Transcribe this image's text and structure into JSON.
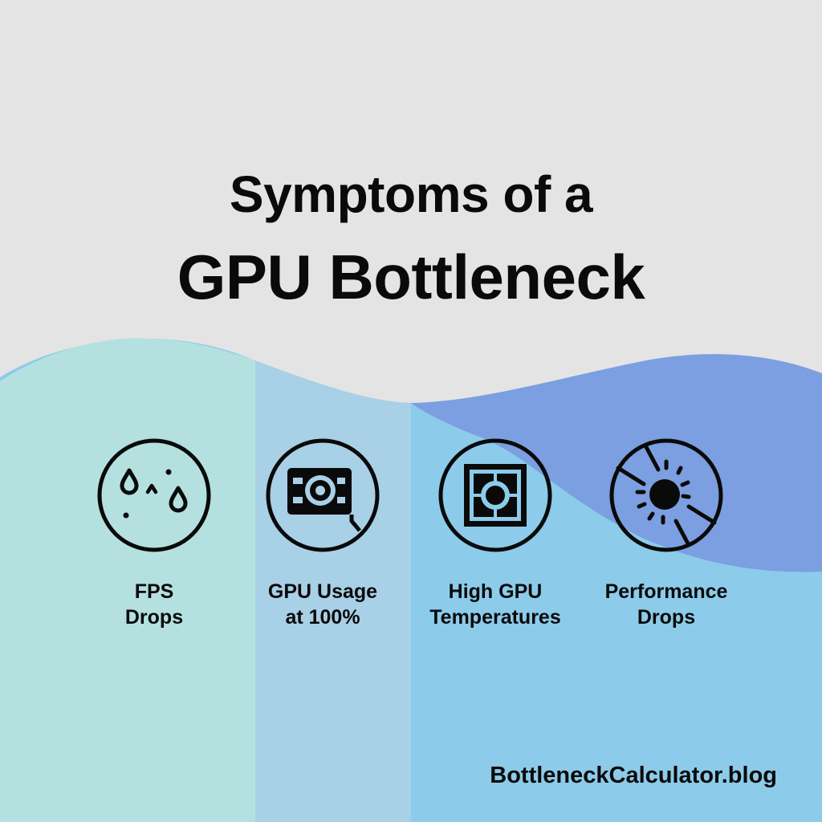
{
  "title": {
    "line1": "Symptoms of a",
    "line2": "GPU Bottleneck"
  },
  "colors": {
    "background": "#e4e4e4",
    "column_teal": "#b4e0e0",
    "column_light_blue": "#a8d0e6",
    "column_sky_blue": "#8ccbea",
    "wave_indigo": "#7b9fe0",
    "text": "#0a0a0a"
  },
  "symptoms": [
    {
      "icon": "fps-drops-droplets-icon",
      "label": "FPS\nDrops"
    },
    {
      "icon": "gpu-card-usage-icon",
      "label": "GPU Usage\nat 100%"
    },
    {
      "icon": "gpu-chip-temperature-icon",
      "label": "High GPU\nTemperatures"
    },
    {
      "icon": "performance-drop-sun-icon",
      "label": "Performance\nDrops"
    }
  ],
  "footer": {
    "site": "BottleneckCalculator.blog"
  }
}
